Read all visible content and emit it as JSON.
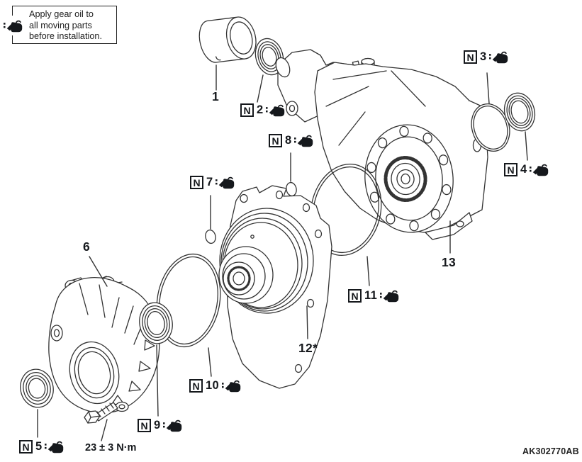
{
  "figure": {
    "note": {
      "lines": [
        "Apply gear oil to",
        "all moving parts",
        "before installation."
      ]
    },
    "new_part_symbol": "N",
    "callouts": [
      {
        "label": "1",
        "new_part": false,
        "oil": false
      },
      {
        "label": "2",
        "new_part": true,
        "oil": true
      },
      {
        "label": "3",
        "new_part": true,
        "oil": true
      },
      {
        "label": "4",
        "new_part": true,
        "oil": true
      },
      {
        "label": "5",
        "new_part": true,
        "oil": true
      },
      {
        "label": "6",
        "new_part": false,
        "oil": false
      },
      {
        "label": "7",
        "new_part": true,
        "oil": true
      },
      {
        "label": "8",
        "new_part": true,
        "oil": true
      },
      {
        "label": "9",
        "new_part": true,
        "oil": true
      },
      {
        "label": "10",
        "new_part": true,
        "oil": true
      },
      {
        "label": "11",
        "new_part": true,
        "oil": true
      },
      {
        "label": "12*",
        "new_part": false,
        "oil": false
      },
      {
        "label": "13",
        "new_part": false,
        "oil": false
      }
    ],
    "torque_spec": "23 ± 3 N·m",
    "figure_code": "AK302770AB"
  },
  "colors": {
    "line": "#333333",
    "text": "#15181c",
    "background": "#ffffff"
  }
}
